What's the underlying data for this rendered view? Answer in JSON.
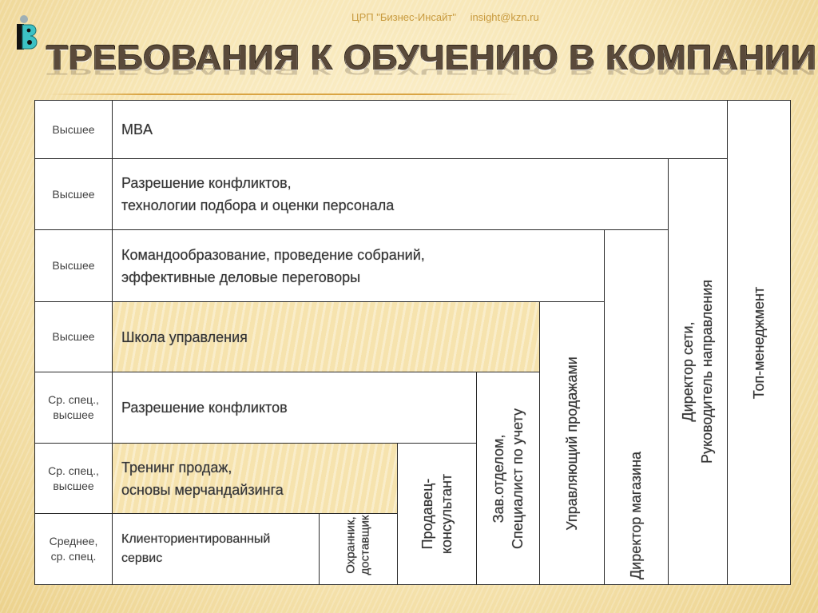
{
  "header": {
    "organization": "ЦРП \"Бизнес-Инсайт\"",
    "email": "insight@kzn.ru",
    "logo": "ib-logo-icon",
    "title": "ТРЕБОВАНИЯ К ОБУЧЕНИЮ В КОМПАНИИ"
  },
  "table": {
    "rows": [
      {
        "education": [
          "Высшее"
        ],
        "training": [
          "MBA"
        ],
        "shaded": false
      },
      {
        "education": [
          "Высшее"
        ],
        "training": [
          "Разрешение конфликтов,",
          "технологии подбора и оценки персонала"
        ],
        "shaded": false
      },
      {
        "education": [
          "Высшее"
        ],
        "training": [
          "Командообразование,  проведение собраний,",
          "эффективные деловые переговоры"
        ],
        "shaded": false
      },
      {
        "education": [
          "Высшее"
        ],
        "training": [
          "Школа управления"
        ],
        "shaded": true
      },
      {
        "education": [
          "Ср. спец.,",
          "высшее"
        ],
        "training": [
          "Разрешение конфликтов"
        ],
        "shaded": false
      },
      {
        "education": [
          "Ср. спец.,",
          "высшее"
        ],
        "training": [
          "Тренинг продаж,",
          "основы мерчандайзинга"
        ],
        "shaded": true
      },
      {
        "education": [
          "Среднее,",
          "ср. спец."
        ],
        "training": [
          "Клиенториентированный",
          "сервис"
        ],
        "shaded": false
      }
    ],
    "positions": [
      {
        "lines": [
          "Топ-менеджмент"
        ],
        "from_row": 1
      },
      {
        "lines": [
          "Директор сети,",
          "Руководитель направления"
        ],
        "from_row": 2
      },
      {
        "lines": [
          "Директор магазина"
        ],
        "from_row": 3
      },
      {
        "lines": [
          "Управляющий продажами"
        ],
        "from_row": 4
      },
      {
        "lines": [
          "Зав.отделом,",
          "Специалист по учету"
        ],
        "from_row": 5
      },
      {
        "lines": [
          "Продавец-",
          "консультант"
        ],
        "from_row": 6
      },
      {
        "lines": [
          "Охранник,",
          "доставщик"
        ],
        "from_row": 7
      }
    ]
  }
}
